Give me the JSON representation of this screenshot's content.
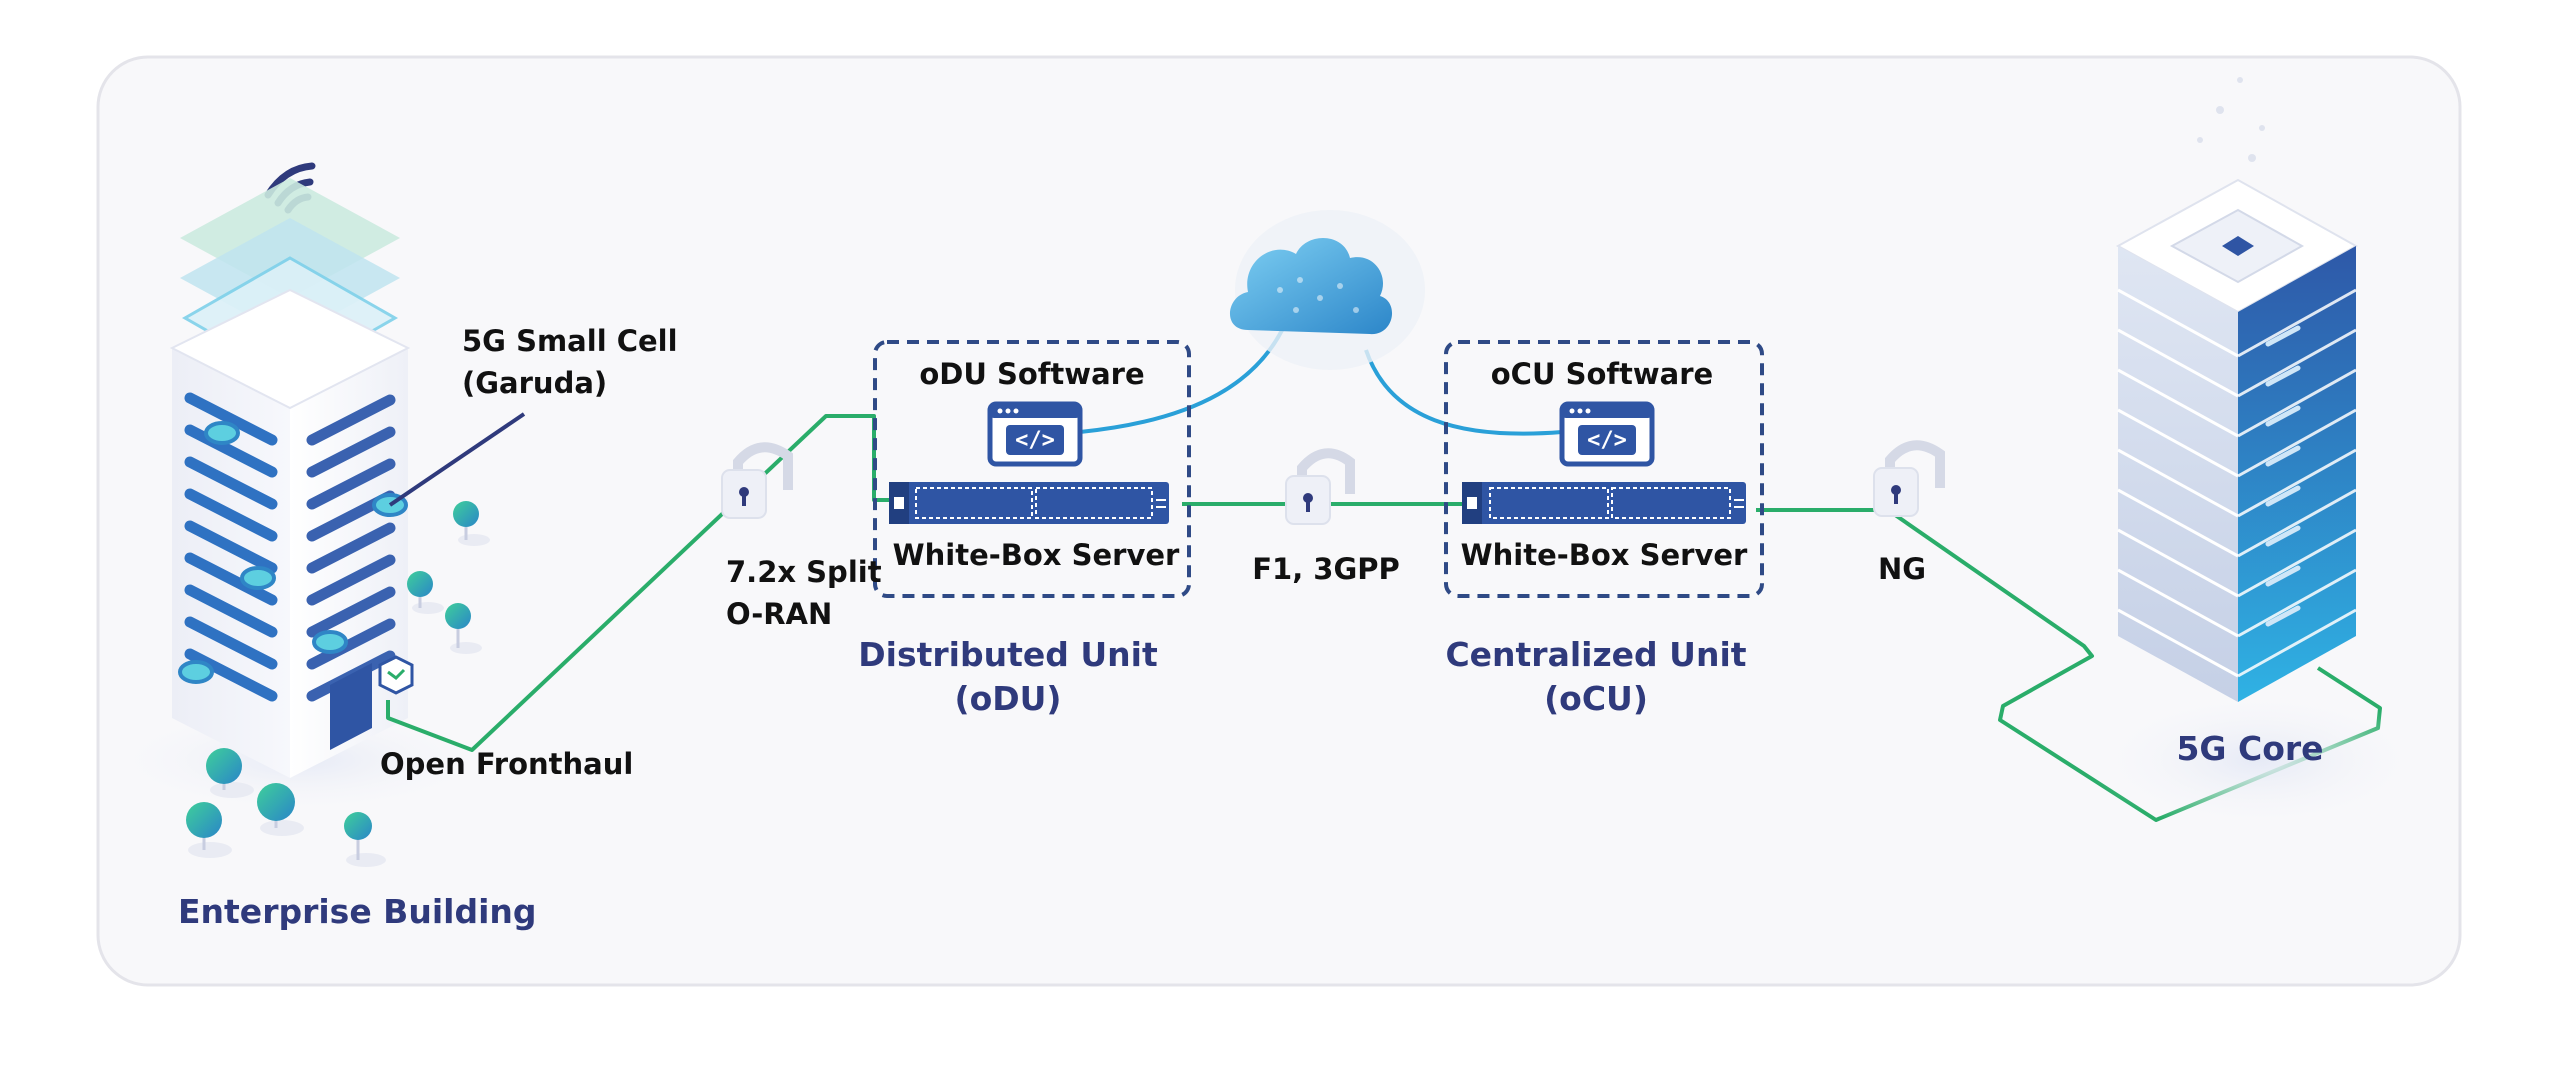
{
  "labels": {
    "small_cell": "5G Small Cell",
    "small_cell_name": "(Garuda)",
    "split": "7.2x Split",
    "oran": "O-RAN",
    "fronthaul": "Open Fronthaul",
    "odu_software": "oDU Software",
    "ocu_software": "oCU Software",
    "whitebox_odu": "White-Box Server",
    "whitebox_ocu": "White-Box Server",
    "f1": "F1, 3GPP",
    "ng": "NG"
  },
  "titles": {
    "enterprise": "Enterprise Building",
    "du": "Distributed Unit",
    "du_abbr": "(oDU)",
    "cu": "Centralized Unit",
    "cu_abbr": "(oCU)",
    "core": "5G Core"
  },
  "icons": {
    "code": "</>"
  },
  "colors": {
    "panel_bg": "#f8f8fa",
    "panel_border": "#e4e4ea",
    "title_navy": "#2f3a7c",
    "link_green": "#2aad6a",
    "cloud_line_blue": "#2aa0d8",
    "server_blue": "#2f55a4",
    "dashed_border": "#2f4a86"
  }
}
